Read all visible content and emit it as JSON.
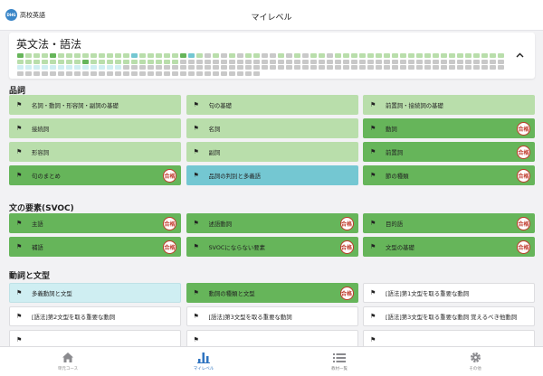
{
  "header": {
    "course_logo_text": "DHG",
    "course_label": "高校英語",
    "title": "マイレベル"
  },
  "colors": {
    "light_green": "#b9deab",
    "green": "#66b55a",
    "blue": "#74c7d2",
    "pale_blue": "#cfeef2",
    "white": "#ffffff",
    "stamp": "#c0392b",
    "tab_active": "#2f74c0"
  },
  "summary": {
    "title": "英文法・語法",
    "progress_levels": [
      "green",
      "light",
      "light",
      "light",
      "green",
      "light",
      "light",
      "light",
      "light",
      "light",
      "light",
      "light",
      "light",
      "light",
      "blue",
      "light",
      "light",
      "light",
      "light",
      "light",
      "green",
      "blue",
      "light",
      "gray",
      "light",
      "gray",
      "light",
      "gray",
      "light",
      "light",
      "gray",
      "gray",
      "light",
      "gray",
      "light",
      "gray",
      "light",
      "light",
      "gray",
      "light",
      "light",
      "light",
      "light",
      "light",
      "light",
      "light",
      "light",
      "light",
      "light",
      "light",
      "light",
      "light",
      "light",
      "light",
      "light",
      "light",
      "light",
      "light",
      "light",
      "light",
      "light",
      "light",
      "light",
      "light",
      "light",
      "light",
      "light",
      "light",
      "green",
      "light",
      "light",
      "light",
      "light",
      "light",
      "light",
      "light",
      "light",
      "light",
      "light",
      "light",
      "gray",
      "gray",
      "gray",
      "gray",
      "gray",
      "gray",
      "gray",
      "gray",
      "gray",
      "gray",
      "gray",
      "gray",
      "gray",
      "gray",
      "gray",
      "gray",
      "gray",
      "gray",
      "gray",
      "gray",
      "gray",
      "gray",
      "gray",
      "gray",
      "gray",
      "gray",
      "gray",
      "gray",
      "gray",
      "gray",
      "gray",
      "gray",
      "gray",
      "gray",
      "gray",
      "gray",
      "gray",
      "gray",
      "gray",
      "gray",
      "pale",
      "pale",
      "pale",
      "pale",
      "pale",
      "pale",
      "pale",
      "pale",
      "pale",
      "pale",
      "pale",
      "pale",
      "pale",
      "gray",
      "gray",
      "gray",
      "gray",
      "gray",
      "gray",
      "gray",
      "gray",
      "gray",
      "gray",
      "gray",
      "gray",
      "gray",
      "gray",
      "gray",
      "gray",
      "gray",
      "gray",
      "gray",
      "gray",
      "gray",
      "gray",
      "gray",
      "gray",
      "gray",
      "gray",
      "gray",
      "gray",
      "gray",
      "gray",
      "gray",
      "gray",
      "gray",
      "gray",
      "gray",
      "gray",
      "gray",
      "gray",
      "gray",
      "gray",
      "gray",
      "gray",
      "gray",
      "gray",
      "gray",
      "gray",
      "gray",
      "gray",
      "gray",
      "gray",
      "gray",
      "gray",
      "gray",
      "gray",
      "gray",
      "gray",
      "gray",
      "gray",
      "gray",
      "gray",
      "gray",
      "gray",
      "gray",
      "gray",
      "gray",
      "gray",
      "gray",
      "gray",
      "gray",
      "gray",
      "gray",
      "gray",
      "gray",
      "gray",
      "gray",
      "gray",
      "gray"
    ]
  },
  "sections": [
    {
      "title": "品詞",
      "items": [
        {
          "label": "名詞・動詞・形容詞・副詞の基礎",
          "status": "light",
          "stamp": false
        },
        {
          "label": "句の基礎",
          "status": "light",
          "stamp": false
        },
        {
          "label": "前置詞・接続詞の基礎",
          "status": "light",
          "stamp": false
        },
        {
          "label": "接続詞",
          "status": "light",
          "stamp": false
        },
        {
          "label": "名詞",
          "status": "light",
          "stamp": false
        },
        {
          "label": "動詞",
          "status": "green",
          "stamp": true
        },
        {
          "label": "形容詞",
          "status": "light",
          "stamp": false
        },
        {
          "label": "副詞",
          "status": "light",
          "stamp": false
        },
        {
          "label": "前置詞",
          "status": "green",
          "stamp": true
        },
        {
          "label": "句のまとめ",
          "status": "green",
          "stamp": true
        },
        {
          "label": "品詞の判別と多義語",
          "status": "blue",
          "stamp": false
        },
        {
          "label": "節の種類",
          "status": "green",
          "stamp": true
        }
      ]
    },
    {
      "title": "文の要素(SVOC)",
      "items": [
        {
          "label": "主語",
          "status": "green",
          "stamp": true
        },
        {
          "label": "述語動詞",
          "status": "green",
          "stamp": true
        },
        {
          "label": "目的語",
          "status": "green",
          "stamp": true
        },
        {
          "label": "補語",
          "status": "green",
          "stamp": true
        },
        {
          "label": "SVOCにならない要素",
          "status": "green",
          "stamp": true
        },
        {
          "label": "文型の基礎",
          "status": "green",
          "stamp": true
        }
      ]
    },
    {
      "title": "動詞と文型",
      "items": [
        {
          "label": "多義動詞と文型",
          "status": "pale",
          "stamp": false
        },
        {
          "label": "動詞の種類と文型",
          "status": "green",
          "stamp": true
        },
        {
          "label": "[語法]第1文型を取る重要な動詞",
          "status": "white",
          "stamp": false
        },
        {
          "label": "[語法]第2文型を取る重要な動詞",
          "status": "white",
          "stamp": false
        },
        {
          "label": "[語法]第3文型を取る重要な動詞",
          "status": "white",
          "stamp": false
        },
        {
          "label": "[語法]第3文型を取る重要な動詞 覚えるべき他動詞",
          "status": "white",
          "stamp": false
        },
        {
          "label": "",
          "status": "white",
          "stamp": false
        },
        {
          "label": "",
          "status": "white",
          "stamp": false
        },
        {
          "label": "",
          "status": "white",
          "stamp": false
        }
      ]
    }
  ],
  "stamp_text": "合格",
  "tabs": [
    {
      "label": "単元コース",
      "icon": "home-icon",
      "active": false
    },
    {
      "label": "マイレベル",
      "icon": "bar-chart-icon",
      "active": true
    },
    {
      "label": "教材一覧",
      "icon": "list-icon",
      "active": false
    },
    {
      "label": "その他",
      "icon": "gear-icon",
      "active": false
    }
  ]
}
